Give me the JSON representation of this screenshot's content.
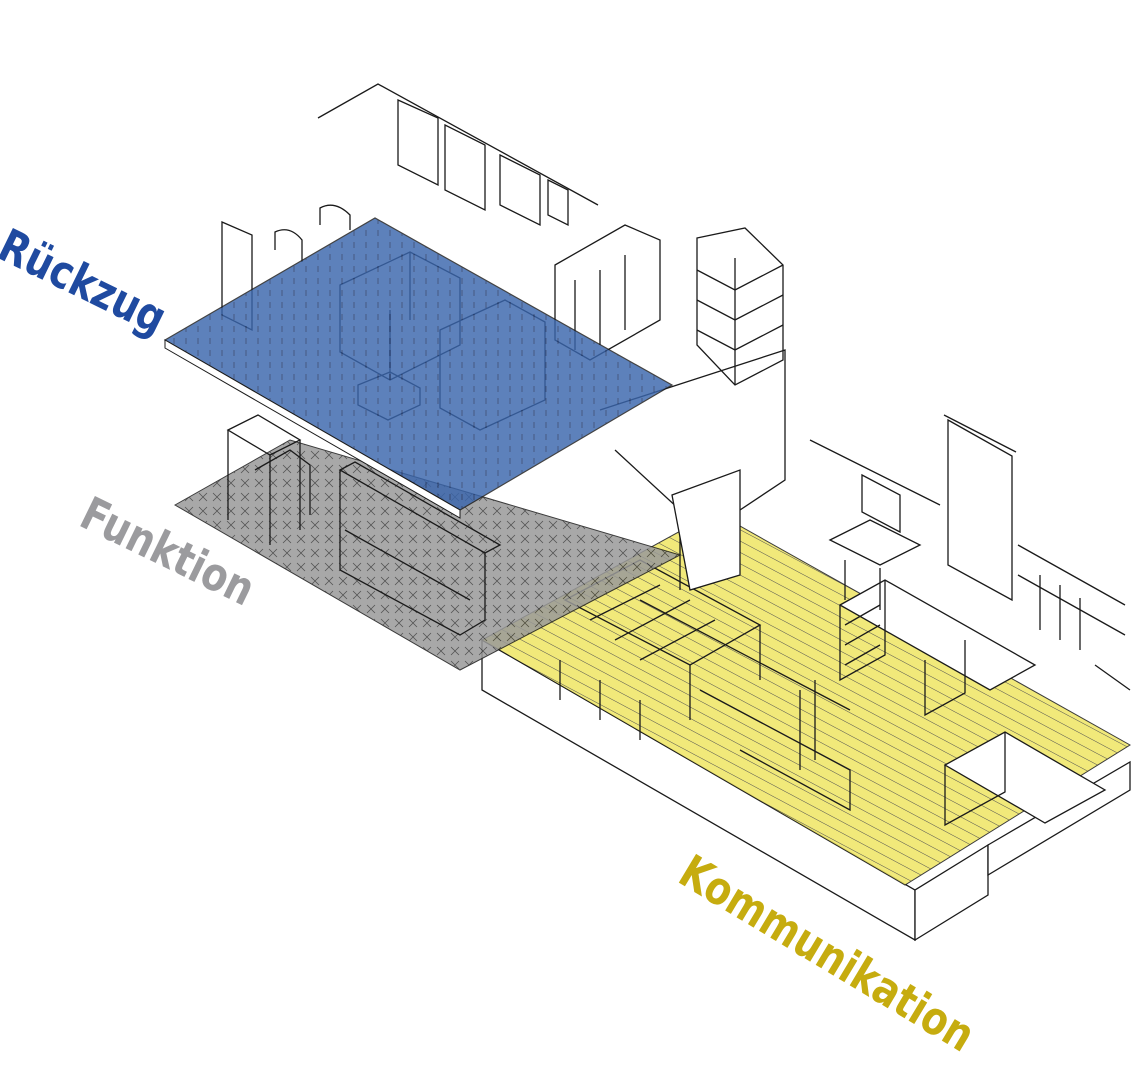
{
  "zones": {
    "rueckzug": {
      "label": "Rückzug",
      "color": "#1f4aa0",
      "fill": "#2f5fa8"
    },
    "funktion": {
      "label": "Funktion",
      "color": "#9b9b9e",
      "fill": "#8a8a8a"
    },
    "kommunikation": {
      "label": "Kommunikation",
      "color": "#c6ac0f",
      "fill": "#eee65a"
    }
  }
}
